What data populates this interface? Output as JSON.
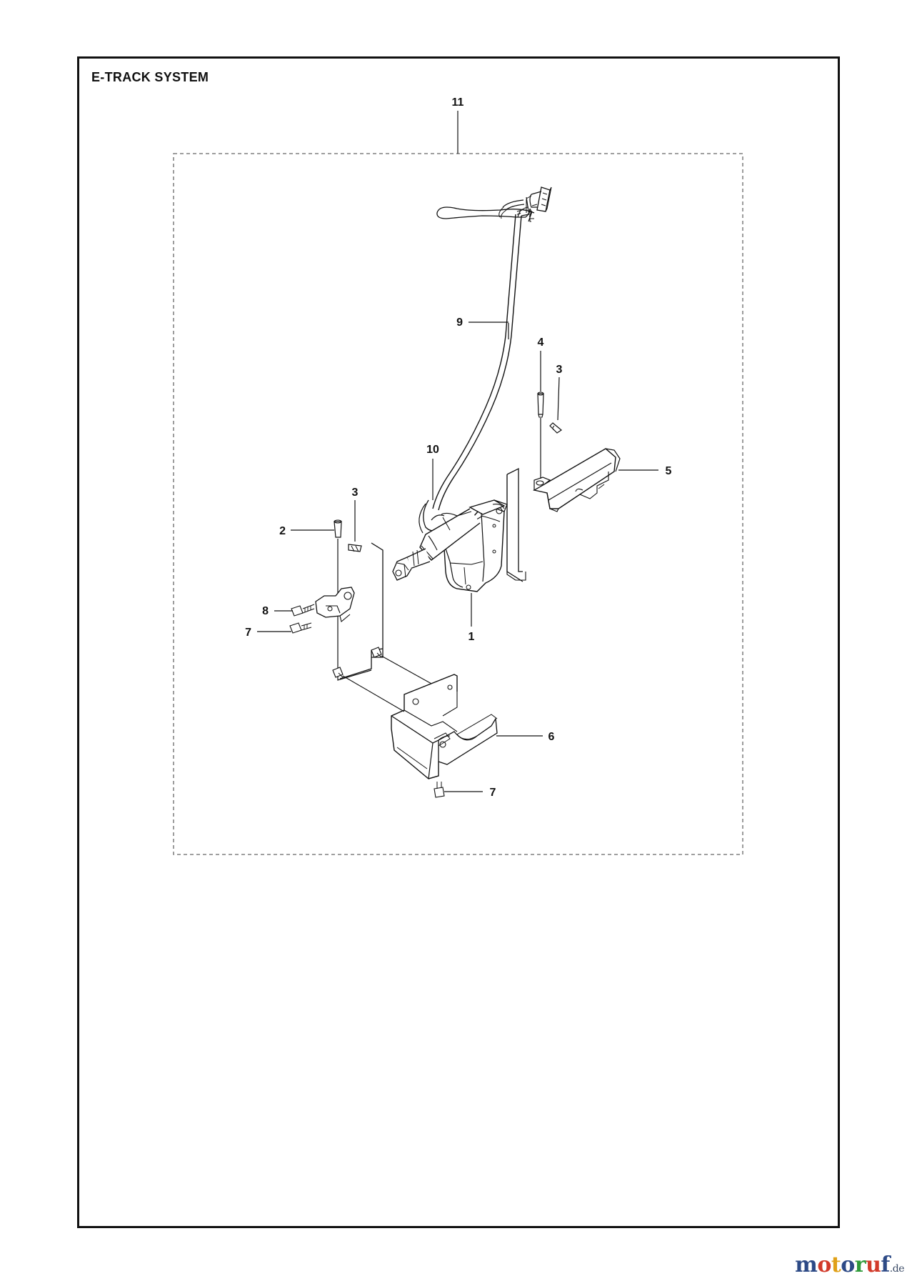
{
  "title": "E-TRACK SYSTEM",
  "callouts": [
    {
      "id": "11",
      "label": "11"
    },
    {
      "id": "9",
      "label": "9"
    },
    {
      "id": "4",
      "label": "4"
    },
    {
      "id": "3a",
      "label": "3"
    },
    {
      "id": "10",
      "label": "10"
    },
    {
      "id": "5",
      "label": "5"
    },
    {
      "id": "3b",
      "label": "3"
    },
    {
      "id": "2",
      "label": "2"
    },
    {
      "id": "8",
      "label": "8"
    },
    {
      "id": "7a",
      "label": "7"
    },
    {
      "id": "1",
      "label": "1"
    },
    {
      "id": "6",
      "label": "6"
    },
    {
      "id": "7b",
      "label": "7"
    }
  ],
  "watermark": {
    "letters": [
      {
        "ch": "m",
        "color": "#2d4a86"
      },
      {
        "ch": "o",
        "color": "#d23a2a"
      },
      {
        "ch": "t",
        "color": "#e0a018"
      },
      {
        "ch": "o",
        "color": "#2d4a86"
      },
      {
        "ch": "r",
        "color": "#2f9a3a"
      },
      {
        "ch": "u",
        "color": "#d23a2a"
      },
      {
        "ch": "f",
        "color": "#2d4a86"
      }
    ],
    "suffix": ".de"
  }
}
